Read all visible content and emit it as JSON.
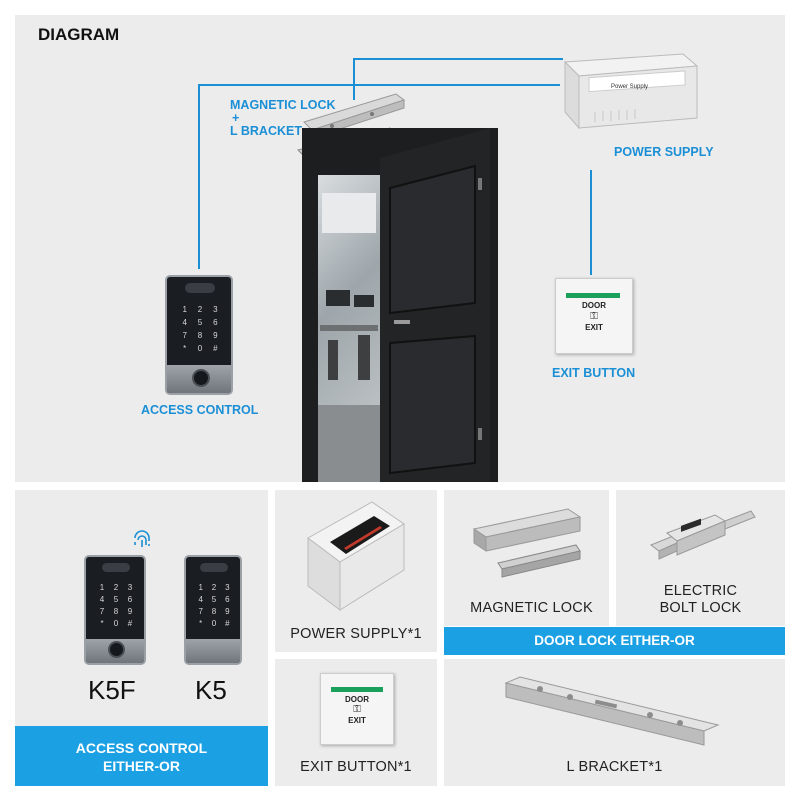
{
  "diagram": {
    "title": "DIAGRAM",
    "labels": {
      "magnetic_lock_l1": "MAGNETIC LOCK",
      "magnetic_lock_l2": "+",
      "magnetic_lock_l3": "L BRACKET",
      "power_supply": "POWER SUPPLY",
      "exit_button": "EXIT BUTTON",
      "access_control": "ACCESS CONTROL"
    },
    "psu_text": "Power Supply",
    "exit_plate": {
      "line1": "DOOR",
      "line2": "EXIT"
    }
  },
  "keypad": {
    "keys": [
      "1",
      "2",
      "3",
      "4",
      "5",
      "6",
      "7",
      "8",
      "9",
      "*",
      "0",
      "#"
    ]
  },
  "components": {
    "k5f_label": "K5F",
    "k5_label": "K5",
    "access_control_banner_l1": "ACCESS CONTROL",
    "access_control_banner_l2": "EITHER-OR",
    "power_supply": "POWER SUPPLY*1",
    "magnetic_lock": "MAGNETIC LOCK",
    "electric_bolt_l1": "ELECTRIC",
    "electric_bolt_l2": "BOLT LOCK",
    "door_lock_banner": "DOOR LOCK EITHER-OR",
    "exit_button": "EXIT BUTTON*1",
    "l_bracket": "L BRACKET*1",
    "exit_plate": {
      "line1": "DOOR",
      "line2": "EXIT"
    }
  },
  "colors": {
    "accent_blue": "#1b8fd6",
    "banner_blue": "#1ca0e4",
    "panel_grey": "#ececec"
  }
}
